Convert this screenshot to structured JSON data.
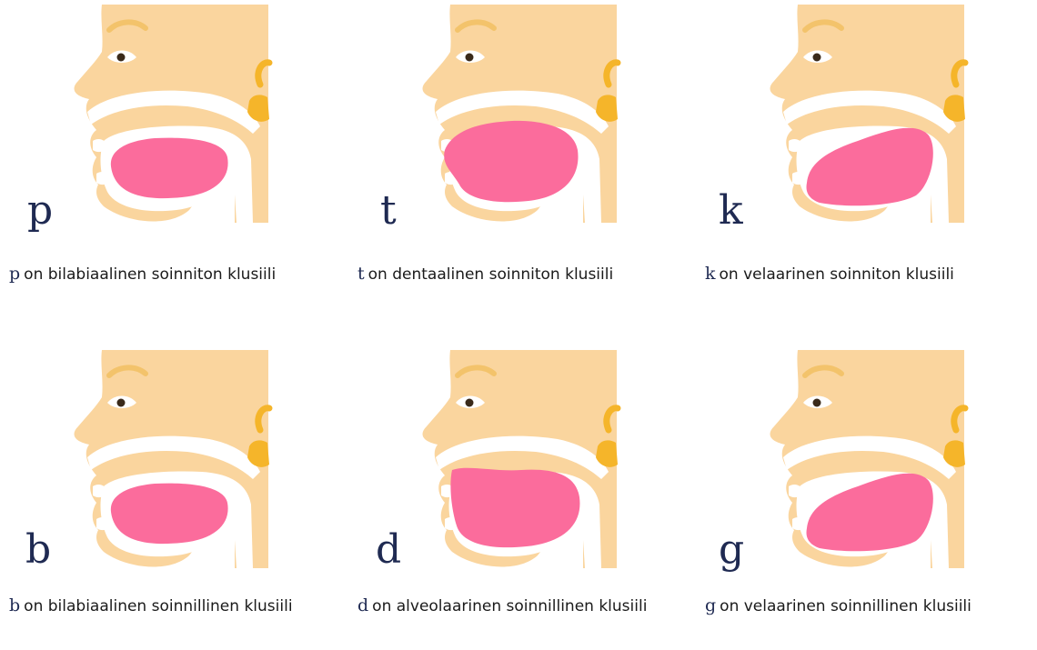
{
  "colors": {
    "skin": "#FAD59E",
    "ear": "#F5B52A",
    "tongue": "#FB6C9C",
    "brow": "#F3C36B",
    "letter": "#1F2A52",
    "white": "#FFFFFF"
  },
  "icons": [
    "head-profile-icon",
    "tongue-icon",
    "eye-icon",
    "ear-icon"
  ],
  "cards": [
    {
      "symbol": "p",
      "caption_text": "on bilabiaalinen soinniton klusiili",
      "tongue": "bilabial"
    },
    {
      "symbol": "t",
      "caption_text": "on dentaalinen soinniton klusiili",
      "tongue": "dental"
    },
    {
      "symbol": "k",
      "caption_text": "on velaarinen soinniton klusiili",
      "tongue": "velar"
    },
    {
      "symbol": "b",
      "caption_text": "on bilabiaalinen soinnillinen klusiili",
      "tongue": "bilabial"
    },
    {
      "symbol": "d",
      "caption_text": "on alveolaarinen soinnillinen klusiili",
      "tongue": "alveolar"
    },
    {
      "symbol": "g",
      "caption_text": "on velaarinen soinnillinen klusiili",
      "tongue": "velar"
    }
  ]
}
